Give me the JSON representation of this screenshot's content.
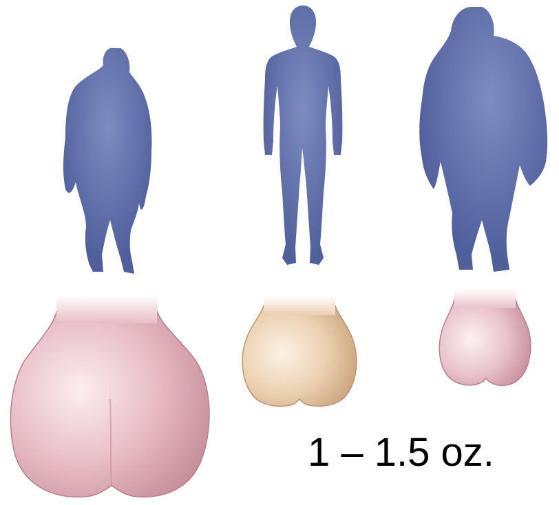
{
  "caption": {
    "weight_label": "1 – 1.5 oz."
  },
  "colors": {
    "silhouette": "#4f5f9c",
    "chimp_organ": "#e7bcc4",
    "human_organ": "#ecd1b1",
    "gorilla_organ": "#e9c3cc"
  },
  "figures": [
    {
      "name": "chimpanzee-silhouette",
      "icon": "chimpanzee-silhouette-icon"
    },
    {
      "name": "human-silhouette",
      "icon": "human-silhouette-icon"
    },
    {
      "name": "gorilla-silhouette",
      "icon": "gorilla-silhouette-icon"
    }
  ]
}
